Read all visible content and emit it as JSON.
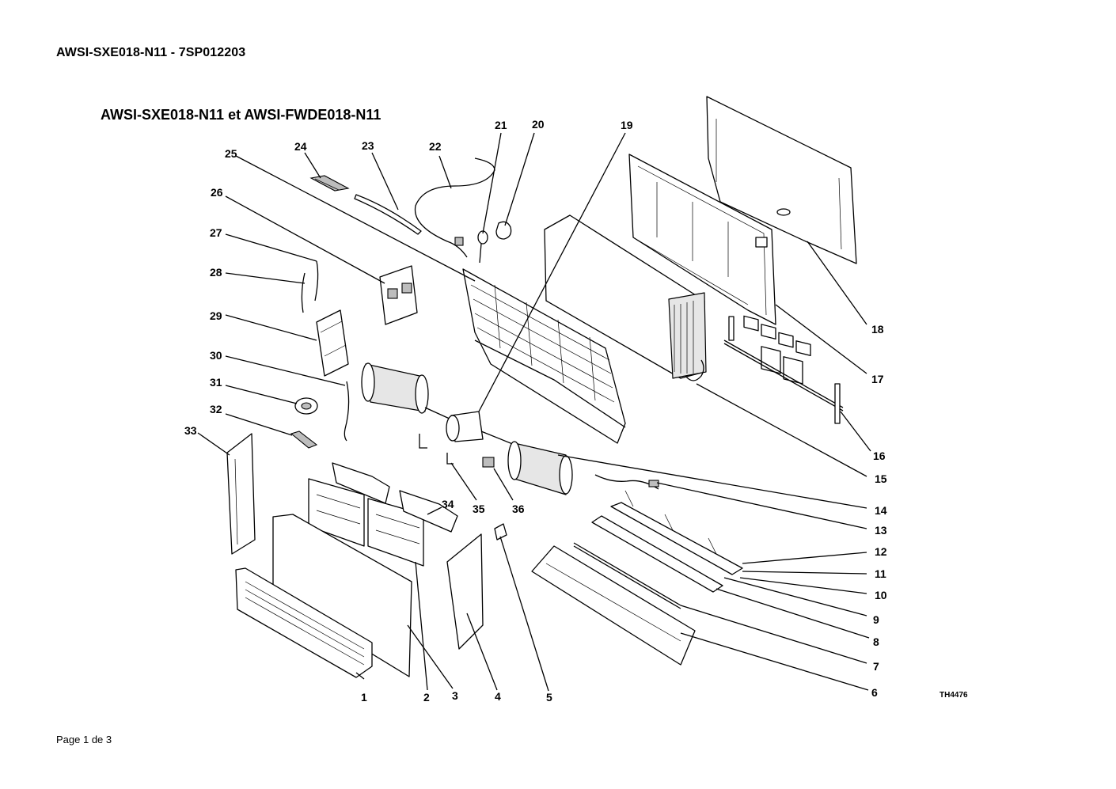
{
  "header": {
    "doc_title": "AWSI-SXE018-N11 - 7SP012203"
  },
  "diagram": {
    "title": "AWSI-SXE018-N11 et AWSI-FWDE018-N11",
    "ref_code": "TH4476",
    "callouts": [
      "1",
      "2",
      "3",
      "4",
      "5",
      "6",
      "7",
      "8",
      "9",
      "10",
      "11",
      "12",
      "13",
      "14",
      "15",
      "16",
      "17",
      "18",
      "19",
      "20",
      "21",
      "22",
      "23",
      "24",
      "25",
      "26",
      "27",
      "28",
      "29",
      "30",
      "31",
      "32",
      "33",
      "34",
      "35",
      "36"
    ]
  },
  "footer": {
    "page": "Page 1 de 3"
  }
}
